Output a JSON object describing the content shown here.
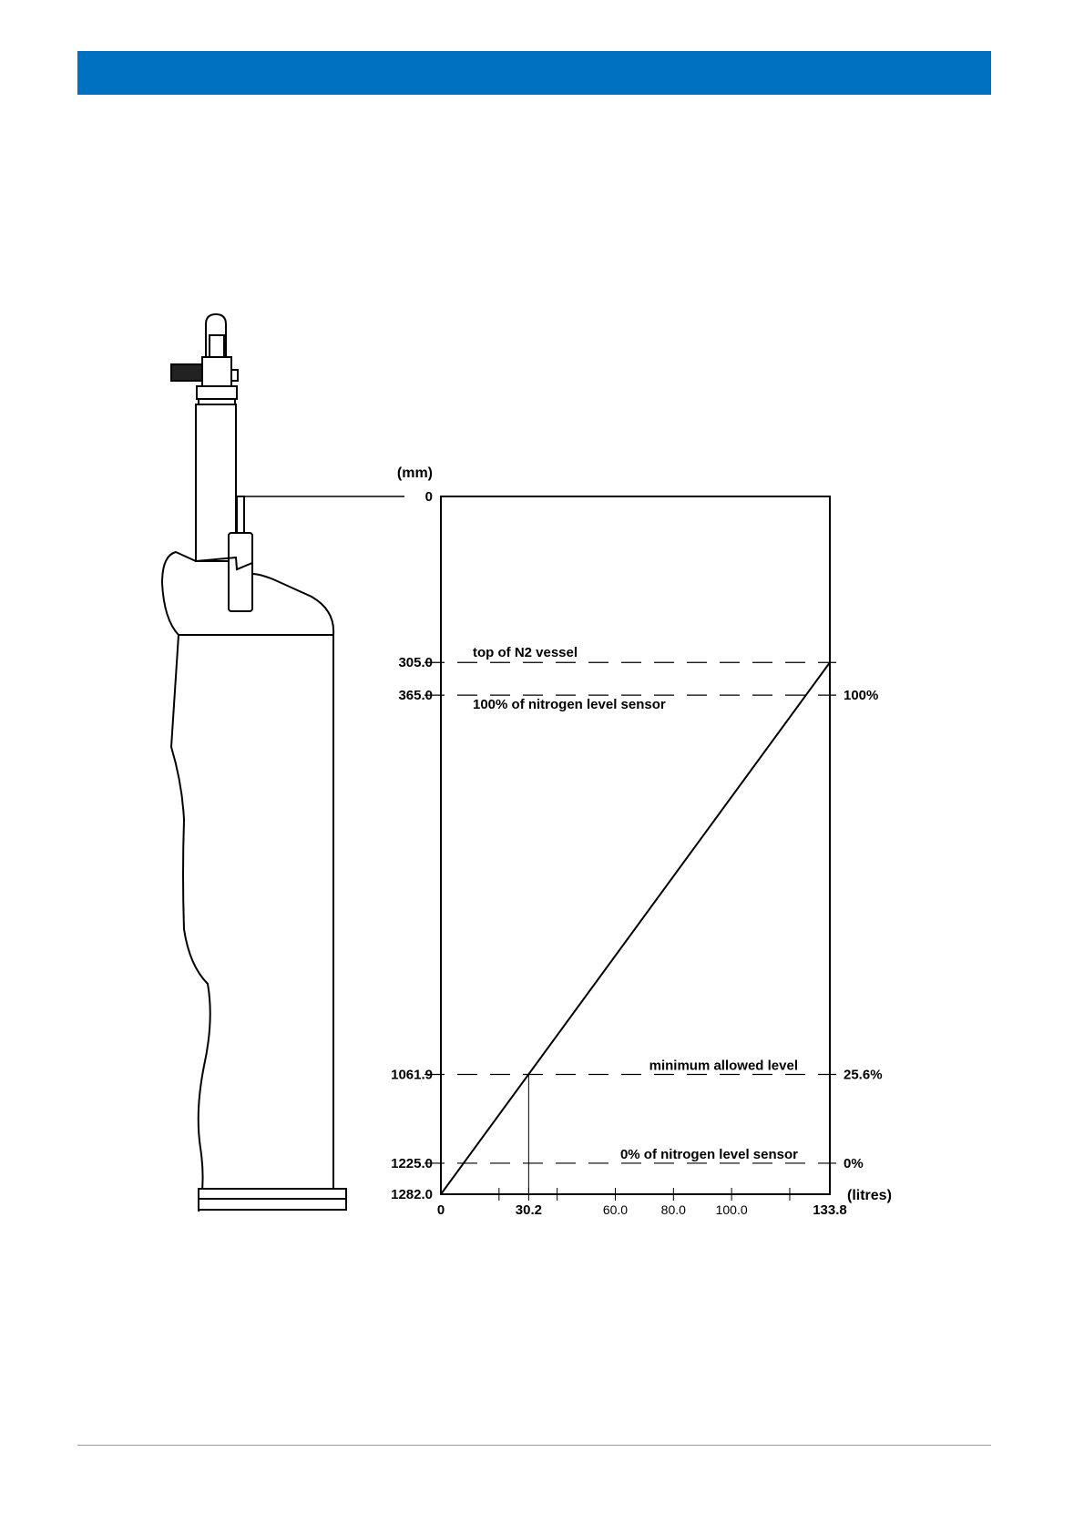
{
  "page": {
    "header_color": "#0070c0"
  },
  "chart_data": {
    "type": "line",
    "x_unit_label": "(litres)",
    "y_unit_label": "(mm)",
    "x_ticks": [
      "0",
      "30.2",
      "60.0",
      "80.0",
      "100.0",
      "133.8"
    ],
    "x_tick_values": [
      0,
      30.2,
      60.0,
      80.0,
      100.0,
      133.8
    ],
    "x_minor_ticks": [
      20,
      40,
      120
    ],
    "y_ticks": [
      "0",
      "305.0",
      "365.0",
      "1061.9",
      "1225.0",
      "1282.0"
    ],
    "xlim": [
      0,
      133.8
    ],
    "ylim": [
      0,
      1282.0
    ],
    "y_inverted": true,
    "series": [
      {
        "x": [
          0,
          133.8
        ],
        "y": [
          1282.0,
          305.0
        ]
      }
    ],
    "reference_lines": [
      {
        "y": 305.0,
        "label": "top of N2 vessel",
        "right_label": ""
      },
      {
        "y": 365.0,
        "label": "100% of nitrogen level sensor",
        "right_label": "100%"
      },
      {
        "y": 1061.9,
        "label": "minimum allowed level",
        "right_label": "25.6%"
      },
      {
        "y": 1225.0,
        "label": "0% of nitrogen level sensor",
        "right_label": "0%"
      }
    ],
    "drop_line": {
      "x": 30.2,
      "y": 1061.9
    },
    "grid": false
  },
  "illustration": {
    "subject": "nitrogen-dewar-with-level-sensor"
  }
}
